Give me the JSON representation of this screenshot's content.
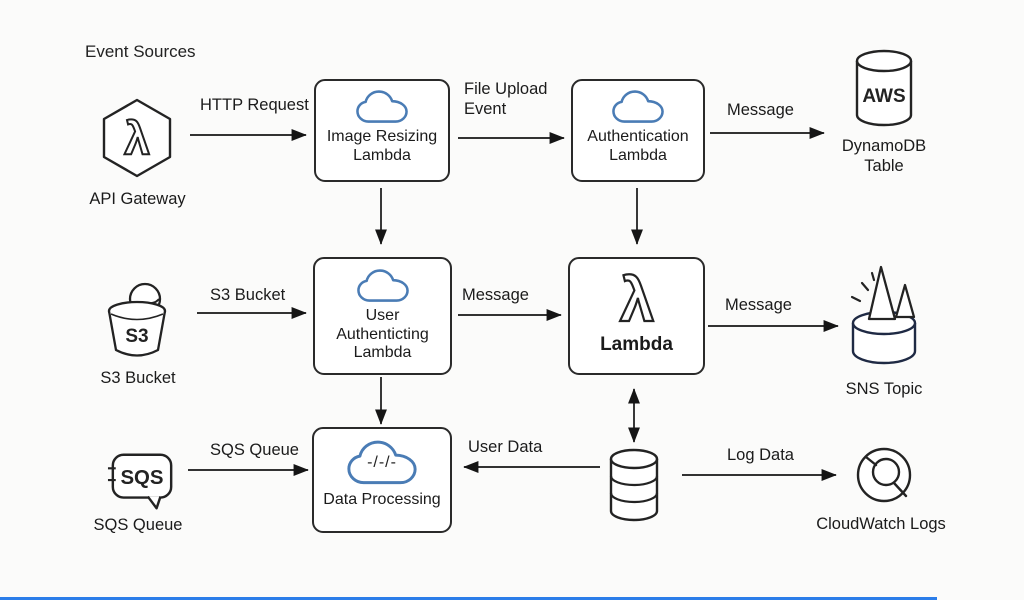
{
  "heading": {
    "title": "Event Sources"
  },
  "colors": {
    "cloud_blue": "#4a7cb5",
    "ink": "#1f1f1f",
    "bottom_bar": "#2b7de9"
  },
  "nodes": {
    "api_gateway": {
      "glyph": "λ",
      "label": "API Gateway"
    },
    "image_resizing_lambda": {
      "label": "Image Resizing Lambda"
    },
    "authentication_lambda": {
      "label": "Authentication Lambda"
    },
    "dynamodb_table": {
      "icon_text": "AWS",
      "label": "DynamoDB Table"
    },
    "s3_bucket": {
      "icon_text": "S3",
      "label": "S3 Bucket"
    },
    "user_authenticting_lambda": {
      "label": "User Authenticting Lambda"
    },
    "lambda": {
      "glyph": "λ",
      "label": "Lambda"
    },
    "sns_topic": {
      "label": "SNS Topic"
    },
    "sqs_queue": {
      "icon_text": "SQS",
      "label": "SQS Queue"
    },
    "data_processing": {
      "cloud_text": "-/-/-",
      "label": "Data Processing"
    },
    "cloudwatch_logs": {
      "label": "CloudWatch Logs"
    }
  },
  "edges": {
    "http_request": {
      "label": "HTTP Request"
    },
    "file_upload_event": {
      "label": "File Upload Event"
    },
    "message_auth_to_dynamo": {
      "label": "Message"
    },
    "s3_to_user_auth": {
      "label": "S3 Bucket"
    },
    "user_auth_to_lambda": {
      "label": "Message"
    },
    "lambda_to_sns": {
      "label": "Message"
    },
    "sqs_to_data_processing": {
      "label": "SQS Queue"
    },
    "db_to_data_processing": {
      "label": "User Data"
    },
    "db_to_cloudwatch": {
      "label": "Log Data"
    }
  }
}
